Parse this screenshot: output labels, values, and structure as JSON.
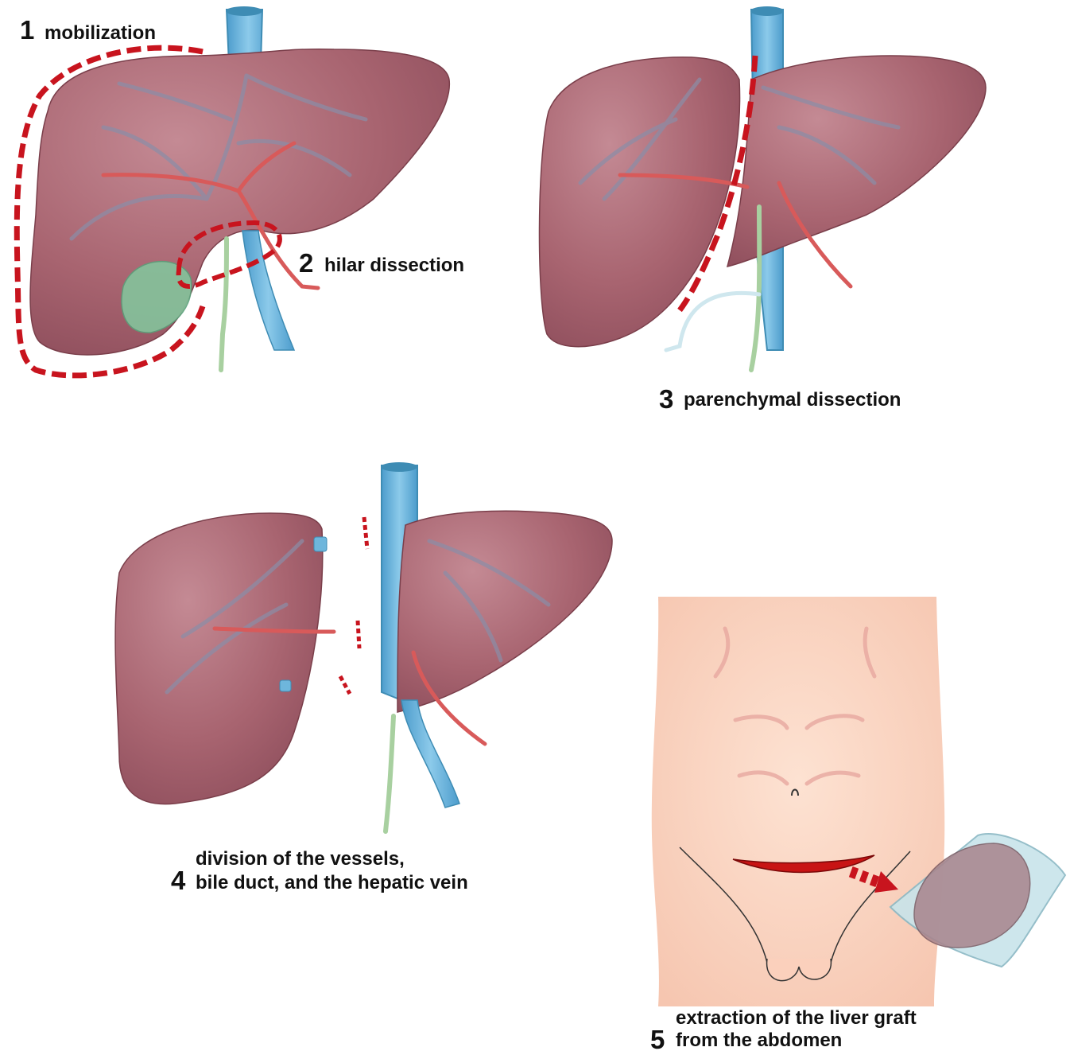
{
  "steps": [
    {
      "number": "1",
      "lines": [
        "mobilization"
      ]
    },
    {
      "number": "2",
      "lines": [
        "hilar dissection"
      ]
    },
    {
      "number": "3",
      "lines": [
        "parenchymal dissection"
      ]
    },
    {
      "number": "4",
      "lines": [
        "division of the vessels,",
        "bile duct, and the hepatic vein"
      ]
    },
    {
      "number": "5",
      "lines": [
        "extraction of the liver graft",
        "from the abdomen"
      ]
    }
  ],
  "colors": {
    "liver": "#a86470",
    "liver_light": "#c0848c",
    "vein": "#6eb6dc",
    "vein_dark": "#3e8cb4",
    "artery": "#d85a5a",
    "bile_duct": "#a8d0a0",
    "gallbladder": "#84c49c",
    "cut_line": "#c8141e",
    "skin": "#fbd8c4",
    "skin_line": "#e8a8a0",
    "incision": "#c81414",
    "bag": "#c8e4ea"
  }
}
